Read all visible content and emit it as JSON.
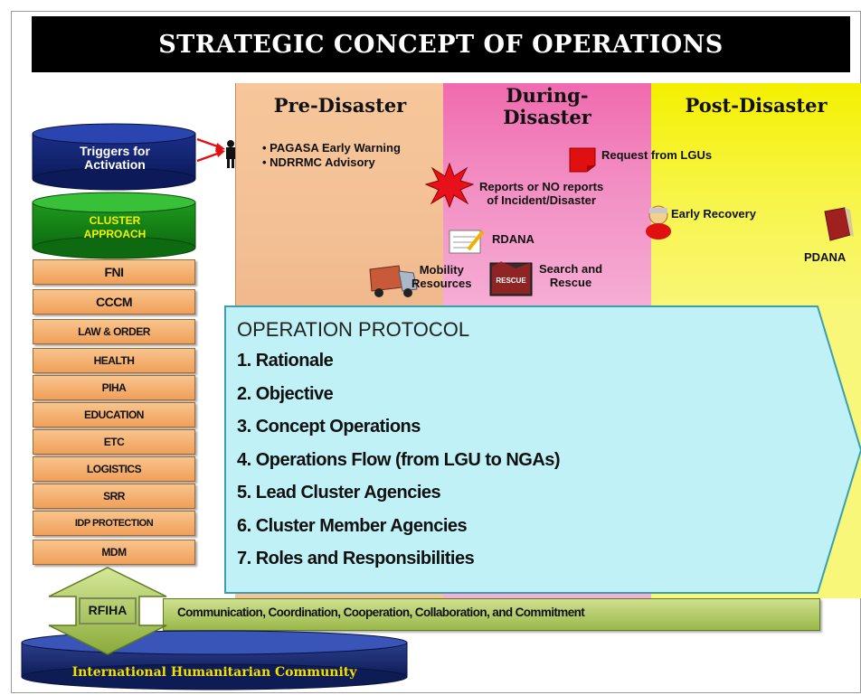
{
  "title": "STRATEGIC CONCEPT OF OPERATIONS",
  "phases": {
    "pre": "Pre-Disaster",
    "during": "During-\nDisaster",
    "post": "Post-Disaster"
  },
  "triggers": {
    "label": "Triggers for\nActivation",
    "items": [
      "PAGASA Early Warning",
      "NDRRMC Advisory"
    ]
  },
  "cluster_approach": "CLUSTER\nAPPROACH",
  "clusters": [
    "FNI",
    "CCCM",
    "LAW & ORDER",
    "HEALTH",
    "PIHA",
    "EDUCATION",
    "ETC",
    "LOGISTICS",
    "SRR",
    "IDP PROTECTION",
    "MDM"
  ],
  "during_items": {
    "request": "Request from LGUs",
    "reports": "Reports or NO reports\nof Incident/Disaster",
    "rdana": "RDANA",
    "mobility": "Mobility\nResources",
    "search": "Search and\nRescue",
    "rescue_sign": "RESCUE"
  },
  "post_items": {
    "early_recovery": "Early Recovery",
    "pdana": "PDANA"
  },
  "protocol": {
    "title": "OPERATION PROTOCOL",
    "items": [
      "1. Rationale",
      "2. Objective",
      "3. Concept Operations",
      "4. Operations Flow (from LGU to NGAs)",
      "5. Lead Cluster Agencies",
      "6. Cluster Member Agencies",
      "7. Roles and Responsibilities"
    ]
  },
  "rfiha": "RFIHA",
  "five_c": "Communication, Coordination, Cooperation, Collaboration, and Commitment",
  "ihc": "International Humanitarian Community"
}
